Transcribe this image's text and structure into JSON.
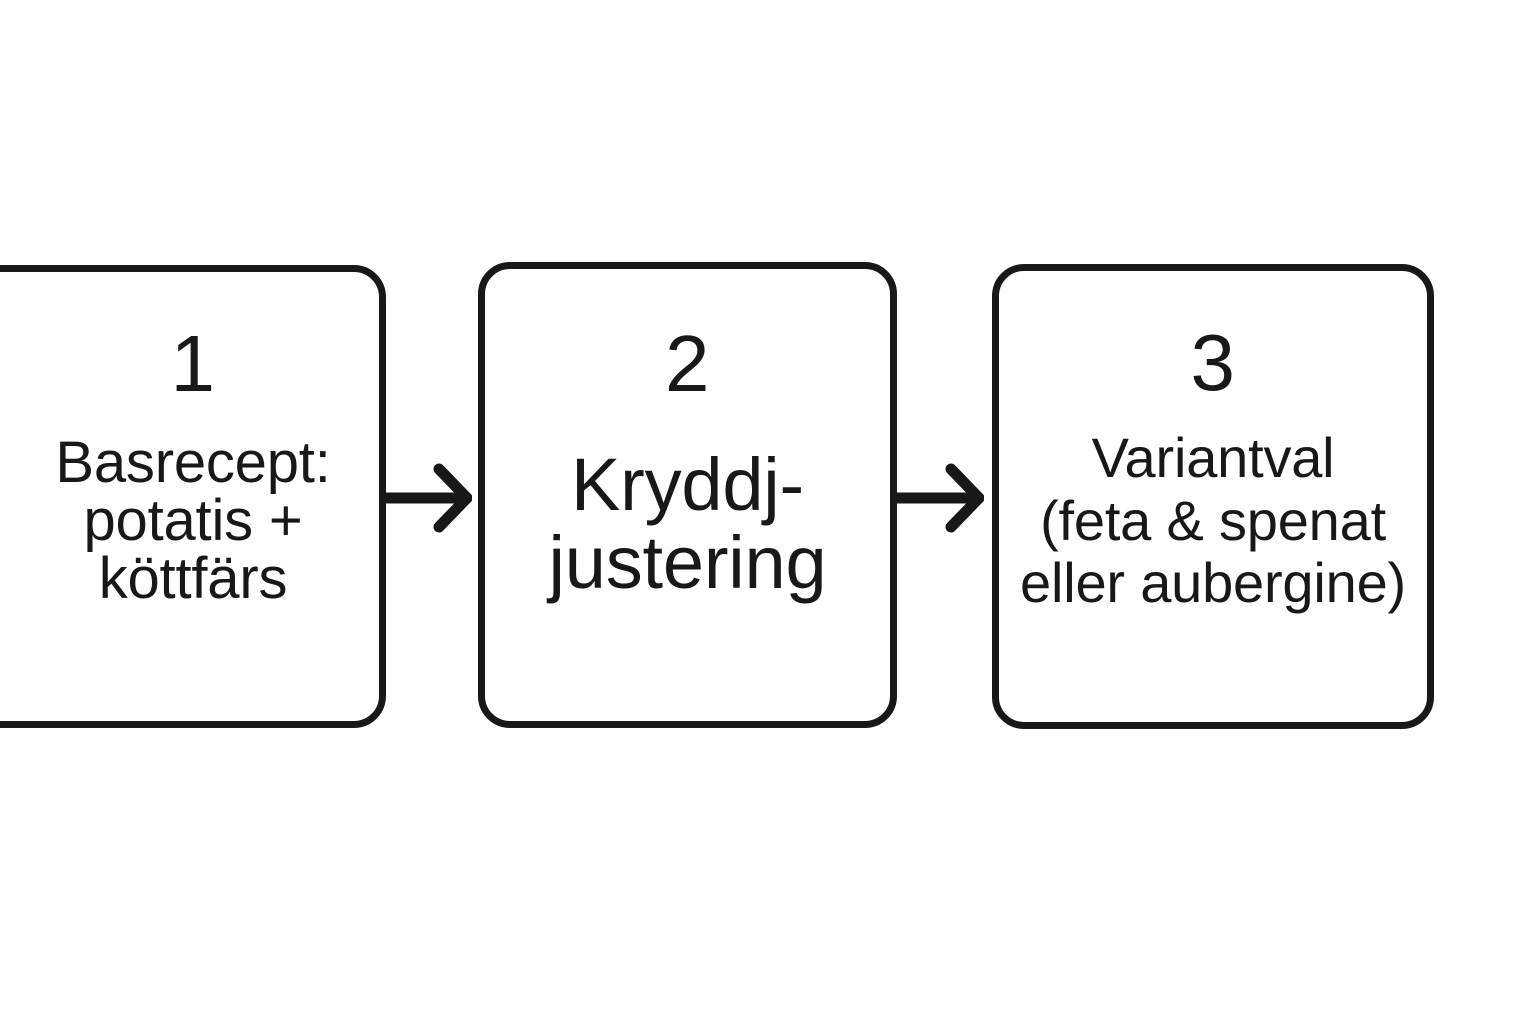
{
  "diagram": {
    "type": "process-flow",
    "orientation": "horizontal",
    "background_color": "#ffffff",
    "stroke_color": "#17181a",
    "text_color": "#17181a",
    "step_count": 3,
    "nodes": [
      {
        "number": "1",
        "label": "Basrecept:\npotatis +\nköttfärs",
        "lines": [
          "Basrecept:",
          "potatis +",
          "köttfärs"
        ],
        "clipped": "left"
      },
      {
        "number": "2",
        "label": "Kryddj-\njustering",
        "lines": [
          "Kryddj-",
          "justering"
        ],
        "clipped": "none"
      },
      {
        "number": "3",
        "label": "Variantval\n(feta & spenat\neller aubergine)",
        "lines": [
          "Variantval",
          "(feta & spenat",
          "eller aubergine)"
        ],
        "clipped": "none"
      }
    ],
    "connectors": [
      {
        "from": "1",
        "to": "2",
        "glyph": "arrow-right"
      },
      {
        "from": "2",
        "to": "3",
        "glyph": "arrow-right"
      }
    ]
  }
}
